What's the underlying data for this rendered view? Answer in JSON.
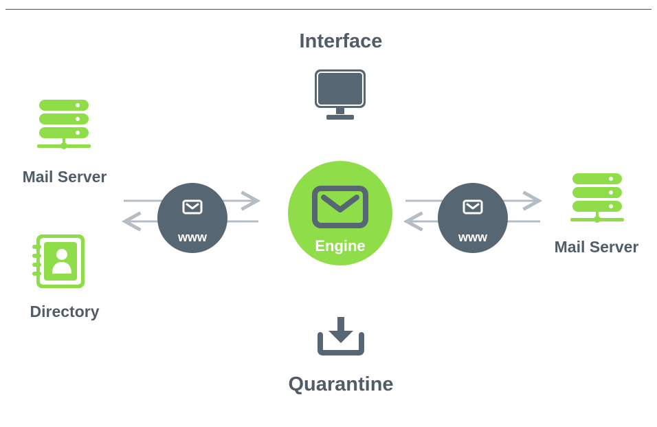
{
  "labels": {
    "interface": "Interface",
    "quarantine": "Quarantine",
    "mail_server_left": "Mail Server",
    "directory": "Directory",
    "mail_server_right": "Mail Server",
    "engine": "Engine",
    "www_left": "www",
    "www_right": "www"
  },
  "icons": {
    "interface": "monitor-icon",
    "quarantine": "download-tray-icon",
    "mail_server_left": "server-stack-icon",
    "mail_server_right": "server-stack-icon",
    "directory": "contact-book-icon",
    "engine": "envelope-icon",
    "www_left": "envelope-icon",
    "www_right": "envelope-icon"
  },
  "colors": {
    "green": "#8fdd48",
    "slate": "#576673",
    "arrow": "#b5bcc3",
    "text": "#515c68"
  }
}
